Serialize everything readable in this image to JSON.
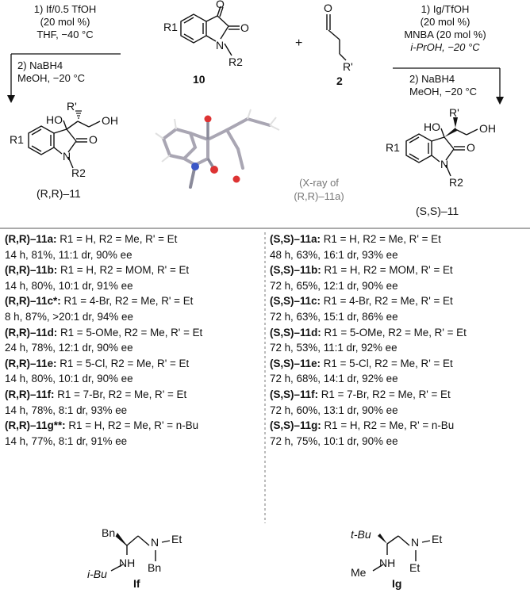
{
  "left_conditions": {
    "step1_line1": "1) If/0.5 TfOH",
    "step1_line2": "(20 mol %)",
    "step1_line3": "THF, −40 °C",
    "step2_line1": "2) NaBH4",
    "step2_line2": "MeOH, −20 °C"
  },
  "right_conditions": {
    "step1_line1": "1) Ig/TfOH",
    "step1_line2": "(20 mol %)",
    "step1_line3": "MNBA (20 mol %)",
    "step1_line4": "i-PrOH, −20 °C",
    "step2_line1": "2) NaBH4",
    "step2_line2": "MeOH, −20 °C"
  },
  "compound_labels": {
    "isatin": "10",
    "aldehyde": "2",
    "product_left": "(R,R)–11",
    "product_right": "(S,S)–11",
    "xray_line1": "(X-ray of",
    "xray_line2": "(R,R)–11a)",
    "catalyst_left": "If",
    "catalyst_right": "Ig"
  },
  "plus": "+",
  "left_results": [
    {
      "name": "(R,R)–11a:",
      "subs": "R1 = H, R2 = Me, R' = Et",
      "data": "14 h, 81%, 11:1 dr, 90% ee"
    },
    {
      "name": "(R,R)–11b:",
      "subs": "R1 = H, R2 = MOM, R' = Et",
      "data": "14 h, 80%, 10:1 dr, 91% ee"
    },
    {
      "name": "(R,R)–11c*:",
      "subs": "R1 = 4-Br, R2 = Me, R' = Et",
      "data": "8 h, 87%, >20:1 dr, 94% ee"
    },
    {
      "name": "(R,R)–11d:",
      "subs": "R1 = 5-OMe, R2 = Me, R' = Et",
      "data": "24 h, 78%, 12:1 dr, 90% ee"
    },
    {
      "name": "(R,R)–11e:",
      "subs": "R1 = 5-Cl, R2 = Me, R' = Et",
      "data": "14 h, 80%, 10:1 dr, 90% ee"
    },
    {
      "name": "(R,R)–11f:",
      "subs": "R1 = 7-Br, R2 = Me, R' = Et",
      "data": "14 h, 78%, 8:1 dr, 93% ee"
    },
    {
      "name": "(R,R)–11g**:",
      "subs": "R1 = H, R2 = Me, R' = n-Bu",
      "data": "14 h, 77%, 8:1 dr, 91% ee"
    }
  ],
  "right_results": [
    {
      "name": "(S,S)–11a:",
      "subs": "R1 = H, R2 = Me, R' = Et",
      "data": "48 h, 63%, 16:1 dr, 93% ee"
    },
    {
      "name": "(S,S)–11b:",
      "subs": "R1 = H, R2 = MOM, R' = Et",
      "data": "72 h, 65%, 12:1 dr, 90% ee"
    },
    {
      "name": "(S,S)–11c:",
      "subs": "R1 = 4-Br, R2 = Me, R' = Et",
      "data": "72 h, 63%, 15:1 dr, 86% ee"
    },
    {
      "name": "(S,S)–11d:",
      "subs": "R1 = 5-OMe, R2 = Me, R' = Et",
      "data": "72 h, 53%, 11:1 dr, 92% ee"
    },
    {
      "name": "(S,S)–11e:",
      "subs": "R1 = 5-Cl, R2 = Me, R' = Et",
      "data": "72 h, 68%, 14:1 dr, 92% ee"
    },
    {
      "name": "(S,S)–11f:",
      "subs": "R1 = 7-Br, R2 = Me, R' = Et",
      "data": "72 h, 60%, 13:1 dr, 90% ee"
    },
    {
      "name": "(S,S)–11g:",
      "subs": "R1 = H, R2 = Me, R' = n-Bu",
      "data": "72 h, 75%, 10:1 dr, 90% ee"
    }
  ],
  "atoms": {
    "R1": "R1",
    "R2": "R2",
    "Rp": "R'",
    "O": "O",
    "N": "N",
    "HO": "HO",
    "OH": "OH",
    "Bn": "Bn",
    "Et": "Et",
    "NH": "NH",
    "iBu": "i-Bu",
    "tBu": "t-Bu",
    "Me": "Me"
  }
}
